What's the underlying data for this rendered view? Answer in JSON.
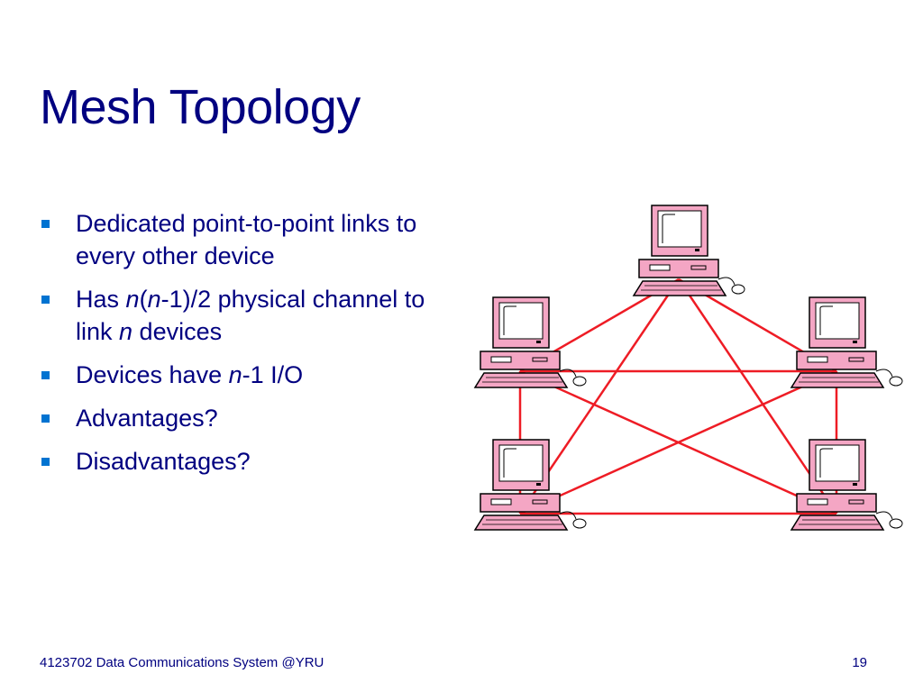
{
  "slide": {
    "title": "Mesh Topology",
    "bullets": [
      {
        "parts": [
          "Dedicated point-to-point links to every other device"
        ]
      },
      {
        "parts": [
          "Has ",
          "n",
          "(",
          "n",
          "-1)/2 physical channel to link ",
          "n",
          " devices"
        ]
      },
      {
        "parts": [
          "Devices have ",
          "n",
          "-1 I/O"
        ]
      },
      {
        "parts": [
          "Advantages?"
        ]
      },
      {
        "parts": [
          "Disadvantages?"
        ]
      }
    ]
  },
  "diagram": {
    "node_count": 5,
    "link_color": "#ee1c25",
    "device_color": "#f4a6c4"
  },
  "footer": {
    "course": "4123702 Data Communications System @YRU",
    "page": "19"
  },
  "colors": {
    "text": "#000080",
    "bullet": "#0073d1"
  }
}
